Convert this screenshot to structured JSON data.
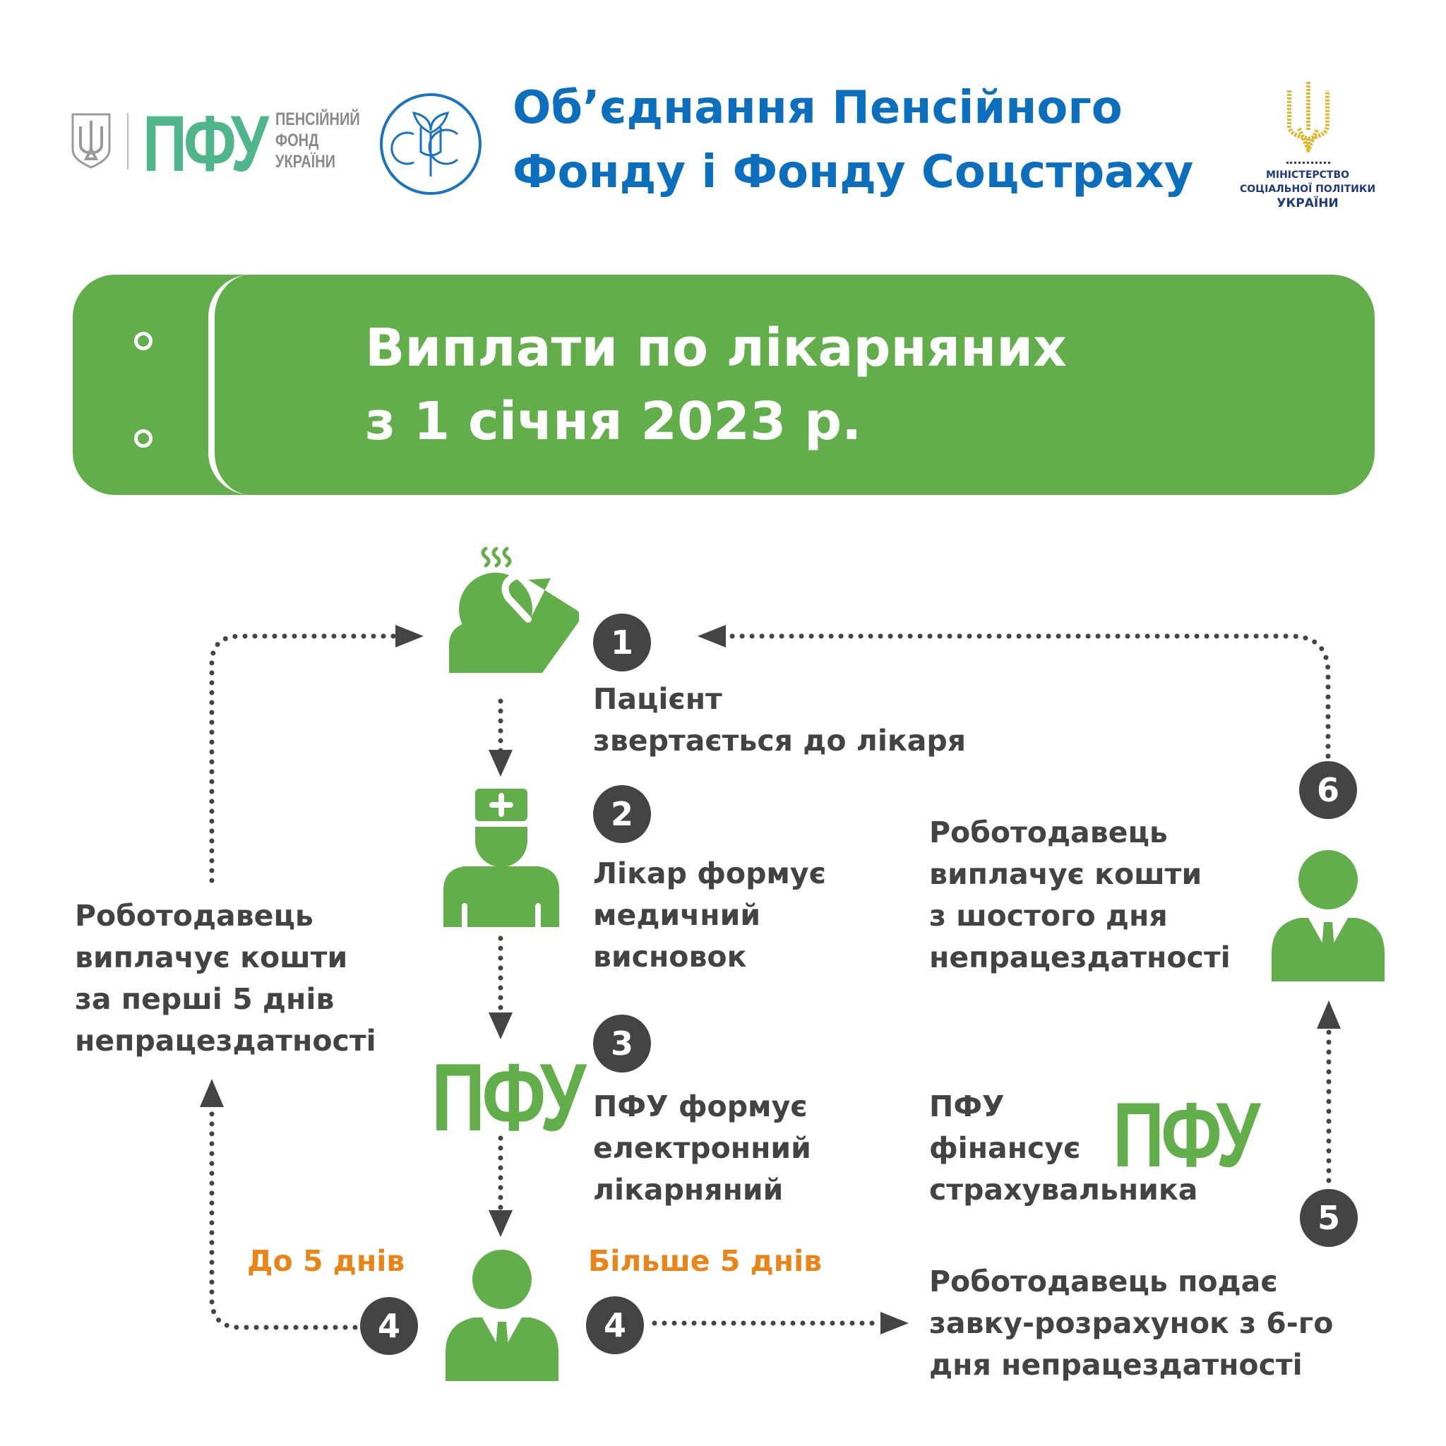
{
  "header": {
    "pfu_logo": "ПФУ",
    "pfu_text_lines": [
      "ПЕНСІЙНИЙ",
      "ФОНД",
      "УКРАЇНИ"
    ],
    "fss_logo": "ФС",
    "title_lines": [
      "Об’єднання Пенсійного",
      "Фонду і Фонду Соцстраху"
    ],
    "ministry_lines": [
      "МІНІСТЕРСТВО",
      "СОЦІАЛЬНОЇ ПОЛІТИКИ",
      "УКРАЇНИ"
    ]
  },
  "banner": {
    "lines": [
      "Виплати по лікарняних",
      "з 1 січня 2023 р."
    ]
  },
  "steps": [
    {
      "num": "1",
      "lines": [
        "Пацієнт",
        "звертається до лікаря"
      ]
    },
    {
      "num": "2",
      "lines": [
        "Лікар формує",
        "медичний",
        "висновок"
      ]
    },
    {
      "num": "3",
      "lines": [
        "ПФУ формує",
        "електронний",
        "лікарняний"
      ]
    },
    {
      "num": "4",
      "left_label": "До 5 днів",
      "right_label": "Більше 5 днів"
    },
    {
      "num": "5",
      "lines": [
        "Роботодавець подає",
        "завку-розрахунок з 6-го",
        "дня непрацездатності"
      ]
    },
    {
      "num": "6",
      "lines": [
        "Роботодавець",
        "виплачує кошти",
        "з шостого дня",
        "непрацездатності"
      ]
    }
  ],
  "left_text": [
    "Роботодавець",
    "виплачує кошти",
    "за перші 5 днів",
    "непрацездатності"
  ],
  "pfu_finance": {
    "lines": [
      "ПФУ",
      "фінансує",
      "страхувальника"
    ],
    "logo": "ПФУ"
  },
  "colors": {
    "green": "#62ae4b",
    "blue": "#0b6fbe",
    "dark": "#444444",
    "orange": "#e88418",
    "gold": "#e2b62a"
  }
}
